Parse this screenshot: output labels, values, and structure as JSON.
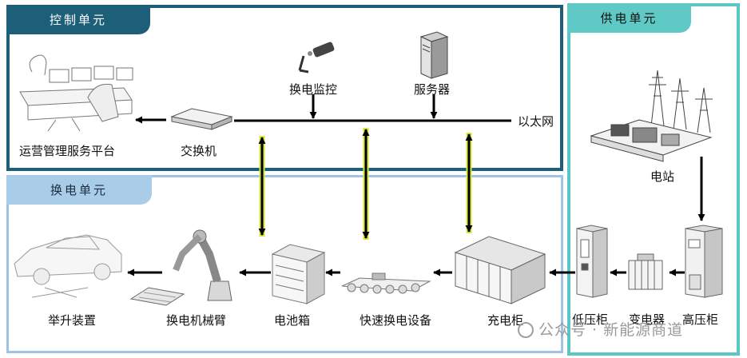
{
  "sections": {
    "control": "控制单元",
    "swap": "换电单元",
    "power": "供电单元"
  },
  "nodes": {
    "ops_platform": "运营管理服务平台",
    "switch": "交换机",
    "swap_monitor": "换电监控",
    "server": "服务器",
    "ethernet": "以太网",
    "station": "电站",
    "lift": "举升装置",
    "robot_arm": "换电机械臂",
    "battery_box": "电池箱",
    "fast_swap": "快速换电设备",
    "charging_cabinet": "充电柜",
    "low_voltage_cabinet": "低压柜",
    "transformer": "变电器",
    "high_voltage_cabinet": "高压柜"
  },
  "watermark": "公众号 · 新能源商道",
  "colors": {
    "control_border": "#1d5f78",
    "swap_border": "#9fc3e4",
    "power_border": "#5bc6c4",
    "ethernet_link": "#d8e63a"
  }
}
